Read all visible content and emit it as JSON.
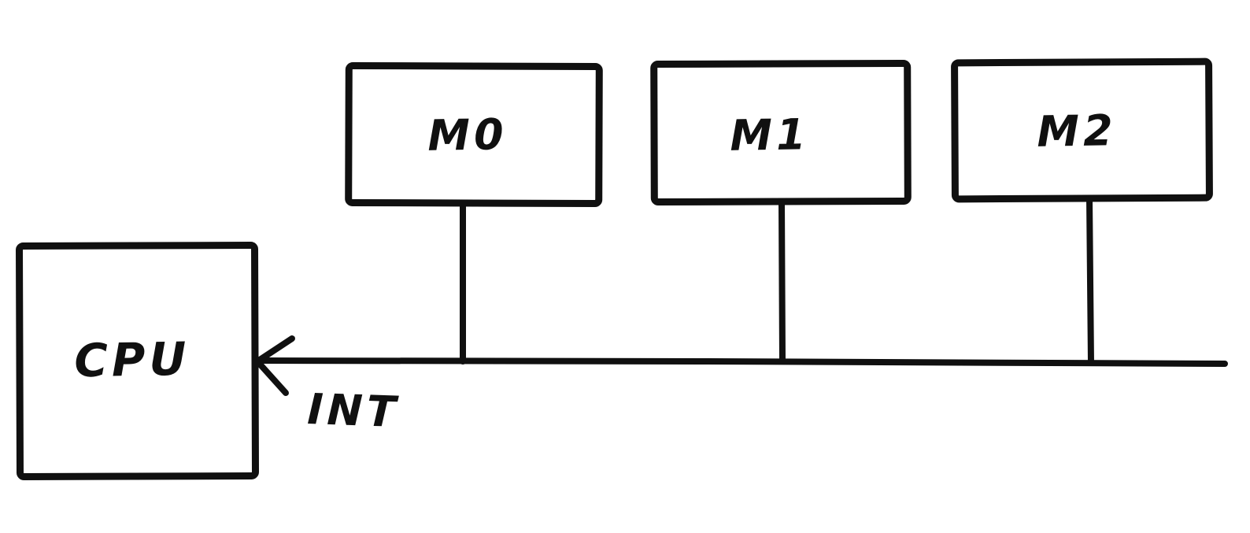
{
  "diagram": {
    "title_hint": "hand-drawn CPU interrupt bus diagram",
    "background_color": "#ffffff",
    "ink_color": "#101010",
    "nodes": [
      {
        "id": "cpu",
        "label": "CPU"
      },
      {
        "id": "m0",
        "label": "M0"
      },
      {
        "id": "m1",
        "label": "M1"
      },
      {
        "id": "m2",
        "label": "M2"
      }
    ],
    "bus": {
      "label": "INT",
      "direction": "arrow points left into CPU",
      "taps": [
        "M0",
        "M1",
        "M2"
      ]
    }
  }
}
